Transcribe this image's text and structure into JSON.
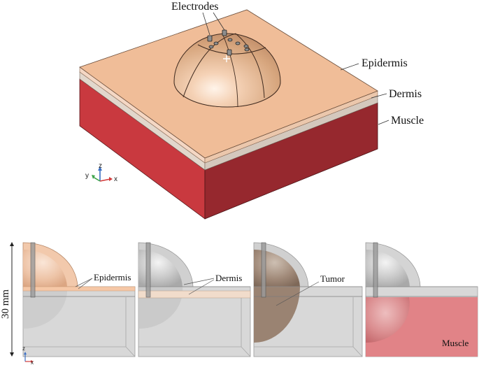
{
  "top_view": {
    "labels": {
      "electrodes": "Electrodes",
      "epidermis": "Epidermis",
      "dermis": "Dermis",
      "muscle": "Muscle"
    },
    "axes": {
      "x": "x",
      "y": "y",
      "z": "z"
    }
  },
  "bottom_views": {
    "scale_label": "30 mm",
    "panel_labels": {
      "epidermis": "Epidermis",
      "dermis": "Dermis",
      "tumor": "Tumor",
      "muscle": "Muscle"
    },
    "axes": {
      "x": "x",
      "z": "z"
    }
  },
  "colors": {
    "epidermis_top": "#F0BD98",
    "epidermis_side": "#F4D7C4",
    "dermis_band": "#E2D7CC",
    "muscle_front": "#C9393F",
    "muscle_side": "#96282E",
    "panel_grey": "#D3D3D3",
    "epidermis_highlight": "#F5C7A6",
    "tumor_brown": "#A08978",
    "muscle_highlight": "#E27C80"
  }
}
